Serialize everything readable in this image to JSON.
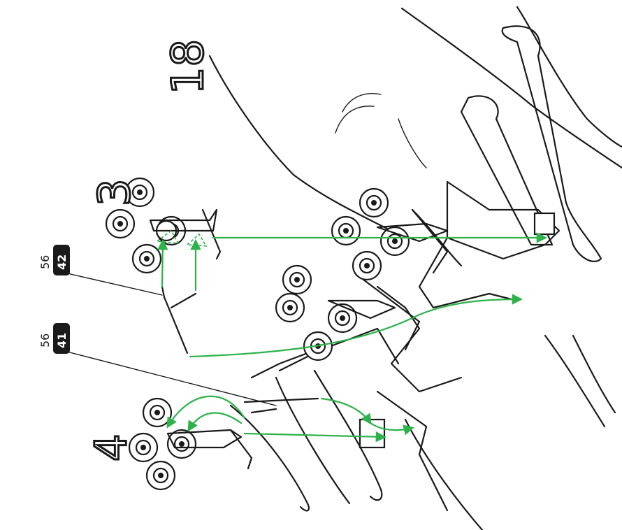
{
  "step_number": "18",
  "callouts": [
    {
      "id": "part-42",
      "page": "56",
      "part": "42"
    },
    {
      "id": "part-41",
      "page": "56",
      "part": "41"
    }
  ],
  "subassembly_labels": [
    {
      "id": "unit-3",
      "label": "3"
    },
    {
      "id": "unit-4",
      "label": "4"
    }
  ],
  "colors": {
    "arrow": "#2db34a",
    "outline": "#1a1a1a",
    "badge": "#1a1a1a",
    "background": "#ffffff"
  }
}
